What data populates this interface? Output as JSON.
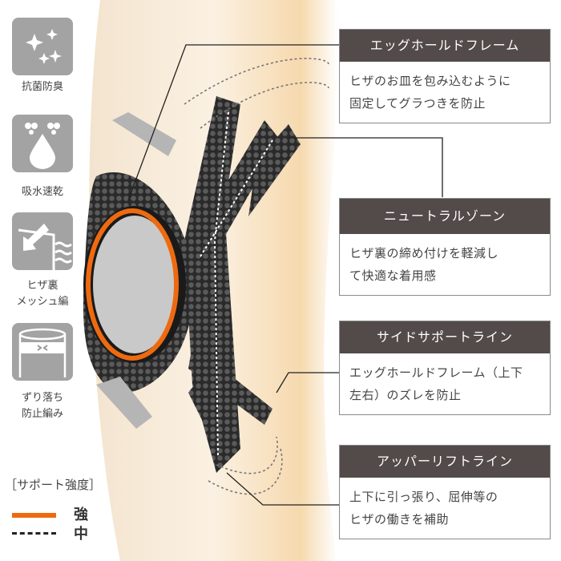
{
  "features": [
    {
      "icon": "sparkle-icon",
      "label": "抗菌防臭"
    },
    {
      "icon": "water-drop-icon",
      "label": "吸水速乾"
    },
    {
      "icon": "mesh-airflow-icon",
      "label_lines": [
        "ヒザ裏",
        "メッシュ編"
      ]
    },
    {
      "icon": "band-grip-icon",
      "label_lines": [
        "ずり落ち",
        "防止編み"
      ]
    }
  ],
  "legend": {
    "title": "［サポート強度］",
    "strong": "強",
    "medium": "中",
    "strong_color": "#ee6a10"
  },
  "callouts": [
    {
      "title": "エッグホールドフレーム",
      "lines": [
        "ヒザのお皿を包み込むように",
        "固定してグラつきを防止"
      ]
    },
    {
      "title": "ニュートラルゾーン",
      "lines": [
        "ヒザ裏の締め付けを軽減し",
        "て快適な着用感"
      ]
    },
    {
      "title": "サイドサポートライン",
      "lines": [
        "エッグホールドフレーム（上下",
        "左右）のズレを防止"
      ]
    },
    {
      "title": "アッパーリフトライン",
      "lines": [
        "上下に引っ張り、屈伸等の",
        "ヒザの働きを補助"
      ]
    }
  ]
}
